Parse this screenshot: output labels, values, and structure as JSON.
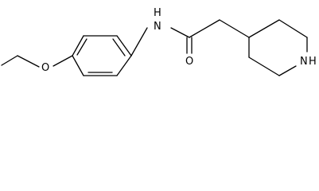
{
  "structure": {
    "atoms": {
      "O_ether": "O",
      "N_amide": "N",
      "H_amide": "H",
      "O_carbonyl": "O",
      "N_ring": "N",
      "H_ring": "H"
    },
    "colors": {
      "bond": "#000000",
      "text": "#000000",
      "background": "#ffffff"
    }
  }
}
